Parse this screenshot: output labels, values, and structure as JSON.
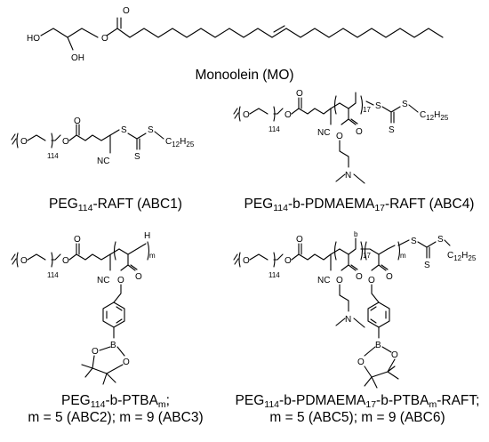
{
  "structures": {
    "mo": {
      "caption": "Monoolein (MO)",
      "atoms": {
        "ho1": "HO",
        "oh": "OH",
        "o_ester": "O",
        "o_carbonyl": "O"
      }
    },
    "abc1": {
      "caption_parts": [
        "PEG",
        "114",
        "-RAFT (ABC1)"
      ],
      "atoms": {
        "o_peg": "O",
        "n_peg": "114",
        "o_ester": "O",
        "o_carbonyl": "O",
        "s1": "S",
        "s2": "S",
        "s3": "S",
        "cn": "NC",
        "chain": "C",
        "chain_sub1": "12",
        "chain_h": "H",
        "chain_sub2": "25"
      }
    },
    "abc4": {
      "caption_parts": [
        "PEG",
        "114",
        "-b-PDMAEMA",
        "17",
        "-RAFT (ABC4)"
      ],
      "atoms": {
        "o_peg": "O",
        "n_peg": "114",
        "o_ester": "O",
        "o_carbonyl": "O",
        "n_rep": "17",
        "s1": "S",
        "s2": "S",
        "s3": "S",
        "cn": "NC",
        "o_side_c": "O",
        "o_side": "O",
        "n_amine": "N",
        "chain": "C",
        "chain_sub1": "12",
        "chain_h": "H",
        "chain_sub2": "25"
      }
    },
    "abc23": {
      "caption_line1_parts": [
        "PEG",
        "114",
        "-b-PTBA",
        "m",
        ";"
      ],
      "caption_line2": "m = 5 (ABC2); m = 9 (ABC3)",
      "atoms": {
        "o_peg": "O",
        "n_peg": "114",
        "o_ester": "O",
        "o_carbonyl": "O",
        "h_end": "H",
        "m_rep": "m",
        "cn": "NC",
        "o_side_c": "O",
        "o_side": "O",
        "b": "B",
        "o_b1": "O",
        "o_b2": "O"
      }
    },
    "abc56": {
      "caption_line1_parts": [
        "PEG",
        "114",
        "-b-PDMAEMA",
        "17",
        "-b-PTBA",
        "m",
        "-RAFT;"
      ],
      "caption_line2": "m = 5 (ABC5); m = 9 (ABC6)",
      "atoms": {
        "o_peg": "O",
        "n_peg": "114",
        "o_ester": "O",
        "o_carbonyl": "O",
        "b_rep": "b",
        "n_rep": "17",
        "m_rep": "m",
        "s1": "S",
        "s2": "S",
        "s3": "S",
        "cn": "NC",
        "o_side_c1": "O",
        "o_side1": "O",
        "n_amine": "N",
        "o_side_c2": "O",
        "o_side2": "O",
        "b": "B",
        "o_b1": "O",
        "o_b2": "O",
        "chain": "C",
        "chain_sub1": "12",
        "chain_h": "H",
        "chain_sub2": "25"
      }
    }
  }
}
